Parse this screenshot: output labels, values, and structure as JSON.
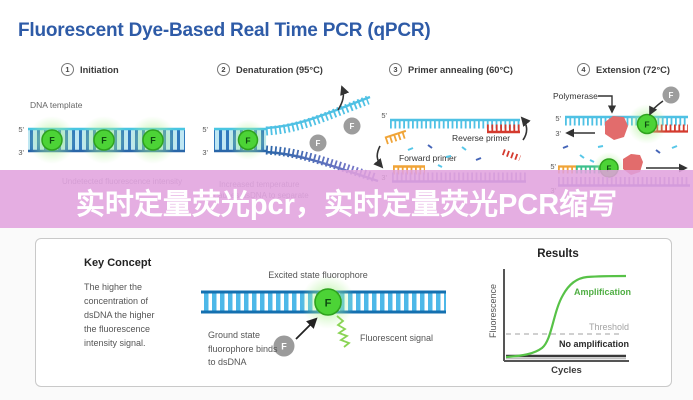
{
  "title": "Fluorescent Dye-Based Real Time PCR (qPCR)",
  "overlay": {
    "caption": "实时定量荧光pcr，实时定量荧光PCR缩写"
  },
  "steps": [
    {
      "num": "1",
      "label": "Initiation"
    },
    {
      "num": "2",
      "label": "Denaturation (95°C)"
    },
    {
      "num": "3",
      "label": "Primer annealing (60°C)"
    },
    {
      "num": "4",
      "label": "Extension (72°C)"
    }
  ],
  "figure": {
    "dna_template": "DNA template",
    "undetected_caption": "Undetected fluorescence intensity",
    "increased_caption_line1": "Increased temperature",
    "increased_caption_line2": "causes dsDNA to separate",
    "reverse_primer": "Reverse primer",
    "forward_primer": "Forward primer",
    "polymerase": "Polymerase",
    "fluorophore": "F",
    "five_prime": "5'",
    "three_prime": "3'"
  },
  "key_concept": {
    "heading": "Key Concept",
    "body": "The higher the concentration of dsDNA the higher the fluorescence intensity signal.",
    "excited_label": "Excited state fluorophore",
    "ground_label": "Ground state fluorophore binds to dsDNA",
    "signal_label": "Fluorescent signal"
  },
  "results": {
    "heading": "Results",
    "ylabel": "Fluorescence",
    "xlabel": "Cycles",
    "amplification": "Amplification",
    "threshold": "Threshold",
    "no_amplification": "No amplification"
  },
  "chart_data": {
    "type": "line",
    "title": "Results",
    "xlabel": "Cycles",
    "ylabel": "Fluorescence",
    "axis_ticks": "none",
    "legend_position": "inline-annotations",
    "series": [
      {
        "name": "Amplification",
        "color": "#57c247",
        "shape": "sigmoid",
        "x_rel": [
          0,
          0.25,
          0.4,
          0.5,
          0.6,
          0.7,
          0.85,
          1.0
        ],
        "y_rel": [
          0.02,
          0.04,
          0.12,
          0.45,
          0.8,
          0.93,
          0.97,
          0.98
        ]
      },
      {
        "name": "No amplification",
        "color": "#3a3a3a",
        "shape": "flat",
        "x_rel": [
          0,
          1.0
        ],
        "y_rel": [
          0.04,
          0.05
        ]
      }
    ],
    "threshold_line": {
      "label": "Threshold",
      "y_rel": 0.31,
      "style": "dashed"
    }
  },
  "colors": {
    "title_blue": "#2e5ba7",
    "overlay_pink": "#e3a8df",
    "fluorophore_green": "#4cd336",
    "glow_green": "#9bed7f",
    "strand_light_blue": "#4fc1e4",
    "strand_dark_blue": "#2a66a8",
    "strand_purple": "#8a7ad0",
    "primer_orange": "#f0a437",
    "primer_red": "#d43a2e",
    "polymerase_red": "#e26c6c",
    "inactive_gray": "#9b9b9b",
    "curve_green": "#57c247"
  }
}
